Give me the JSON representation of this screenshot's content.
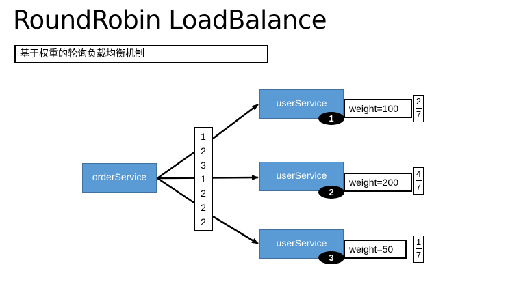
{
  "title": "RoundRobin LoadBalance",
  "subtitle": "基于权重的轮询负载均衡机制",
  "consumer": {
    "label": "orderService"
  },
  "sequence": [
    "1",
    "2",
    "3",
    "1",
    "2",
    "2",
    "2"
  ],
  "providers": [
    {
      "label": "userService",
      "badge": "1",
      "weight": "weight=100",
      "share_num": "2",
      "share_den": "7"
    },
    {
      "label": "userService",
      "badge": "2",
      "weight": "weight=200",
      "share_num": "4",
      "share_den": "7"
    },
    {
      "label": "userService",
      "badge": "3",
      "weight": "weight=50",
      "share_num": "1",
      "share_den": "7"
    }
  ],
  "colors": {
    "service_fill": "#5b9bd5",
    "service_border": "#41719c",
    "service_text": "#ffffff",
    "badge_fill": "#000000"
  }
}
